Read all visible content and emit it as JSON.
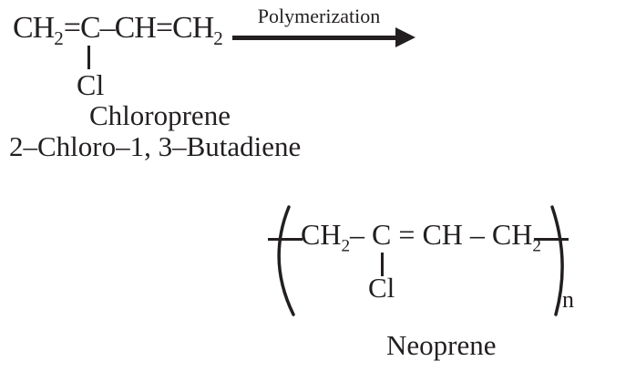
{
  "colors": {
    "ink": "#231f20",
    "background": "#ffffff"
  },
  "reactant": {
    "segments": {
      "s1": "CH",
      "sub1": "2",
      "s2": "=C–CH=CH",
      "sub2": "2"
    },
    "substituent": "Cl",
    "common_name": "Chloroprene",
    "iupac_name": "2–Chloro–1, 3–Butadiene"
  },
  "arrow": {
    "label": "Polymerization"
  },
  "product": {
    "segments": {
      "s1": "CH",
      "sub1": "2",
      "s2": "– C = CH – CH",
      "sub2": "2"
    },
    "substituent": "Cl",
    "repeat_subscript": "n",
    "common_name": "Neoprene"
  }
}
